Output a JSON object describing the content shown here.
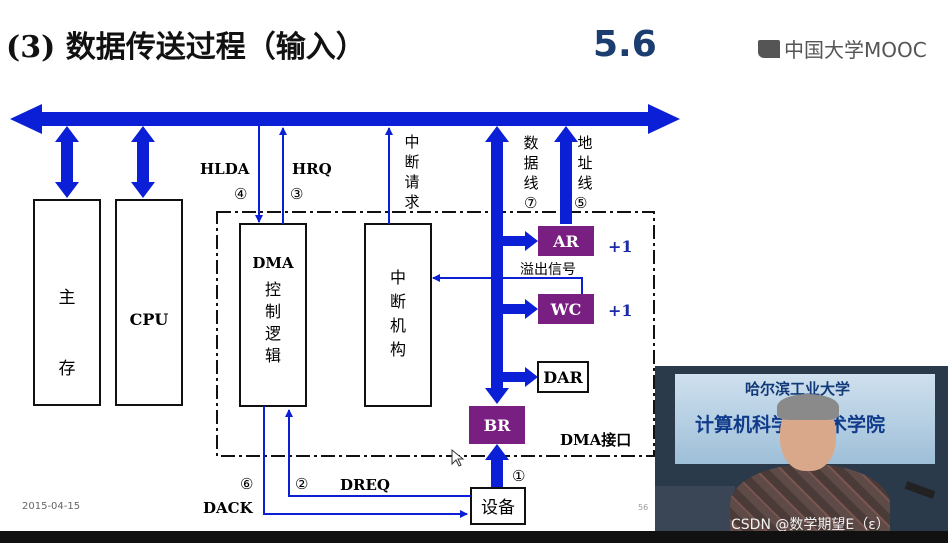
{
  "slide": {
    "title": "(3) 数据传送过程（输入）",
    "section": "5.6",
    "logo_text": "中国大学MOOC",
    "date": "2015-04-15",
    "page_number": "56"
  },
  "diagram": {
    "memory_label": [
      "主",
      "存"
    ],
    "cpu_label": "CPU",
    "dma_logic_label": [
      "DMA",
      "控",
      "制",
      "逻",
      "辑"
    ],
    "interrupt_unit_label": [
      "中",
      "断",
      "机",
      "构"
    ],
    "interrupt_request_label": [
      "中",
      "断",
      "请",
      "求"
    ],
    "data_line_label": [
      "数",
      "据",
      "线"
    ],
    "address_line_label": [
      "地",
      "址",
      "线"
    ],
    "hlda": "HLDA",
    "hrq": "HRQ",
    "dack": "DACK",
    "dreq": "DREQ",
    "ar": "AR",
    "wc": "WC",
    "dar": "DAR",
    "br": "BR",
    "plus_one_ar": "+1",
    "plus_one_wc": "+1",
    "overflow_signal": "溢出信号",
    "dma_interface": "DMA接口",
    "device": "设备",
    "step1": "①",
    "step2": "②",
    "step3": "③",
    "step4": "④",
    "step5": "⑤",
    "step6": "⑥",
    "step7": "⑦"
  },
  "webcam": {
    "school": "哈尔滨工业大学",
    "department": "计算机科学与技术学院",
    "watermark": "CSDN @数学期望E（ε）"
  },
  "colors": {
    "bus_blue": "#0b1fd6",
    "register_purple": "#7a1f82",
    "plus_blue": "#1b2aa8",
    "title_blue": "#1b3d70"
  }
}
